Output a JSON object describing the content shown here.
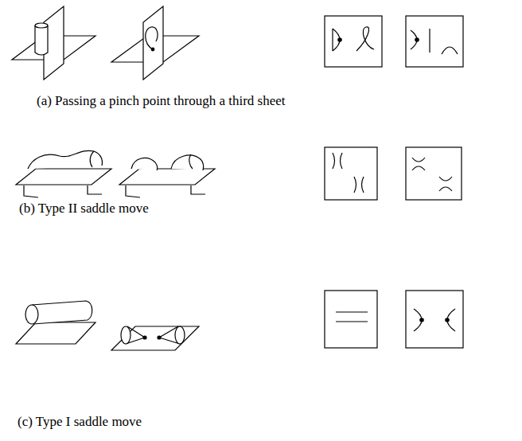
{
  "diagram": {
    "labels": [
      "(a)  Passing a pinch point through a third sheet",
      "(b) Type II saddle move",
      "(c) Type I saddle move"
    ]
  }
}
